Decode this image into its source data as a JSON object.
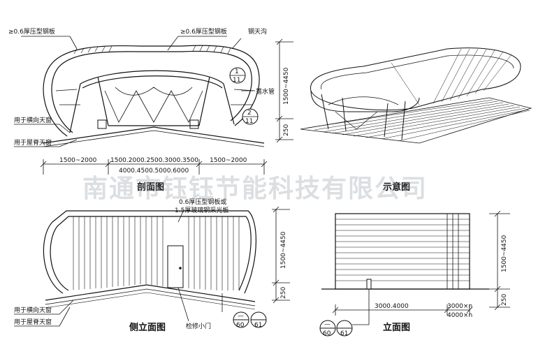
{
  "watermark": "南通市钰钰节能科技有限公司",
  "section": {
    "title": "剖面图",
    "label_steel_left": "≥0.6厚压型钢板",
    "label_steel_mid": "≥0.6厚压型钢板",
    "label_gutter": "钢天沟",
    "label_downpipe": "落水管",
    "label_lateral": "用于横向天窗",
    "label_ridge": "用于屋脊天窗",
    "detail1_num": "1",
    "detail1_sheet": "11",
    "detail2_num": "2",
    "detail2_sheet": "11",
    "dim_height": "1500~4450",
    "dim_base": "250",
    "dim_left": "1500~2000",
    "dim_mid": "1500.2000.2500.3000.3500",
    "dim_right": "1500~2000",
    "dim_total": "4000.4500.5000.6000"
  },
  "perspective": {
    "title": "示意图"
  },
  "side": {
    "title": "侧立面图",
    "label_sheet1": "0.6厚压型钢板或",
    "label_sheet2": "1.5厚玻璃钢采光板",
    "label_lateral": "用于横向天窗",
    "label_ridge": "用于屋脊天窗",
    "label_door": "检修小门",
    "dim_height": "1500~4450",
    "dim_base": "250",
    "detail_num": "—",
    "detail_a": "60",
    "detail_b": "61"
  },
  "elevation": {
    "title": "立面图",
    "dim_height": "1500~4450",
    "dim_base": "250",
    "dim_width": "3000.4000",
    "dim_n1": "3000×n",
    "dim_n2": "4000×n",
    "detail_num": "—",
    "detail_a": "60",
    "detail_b": "61"
  }
}
